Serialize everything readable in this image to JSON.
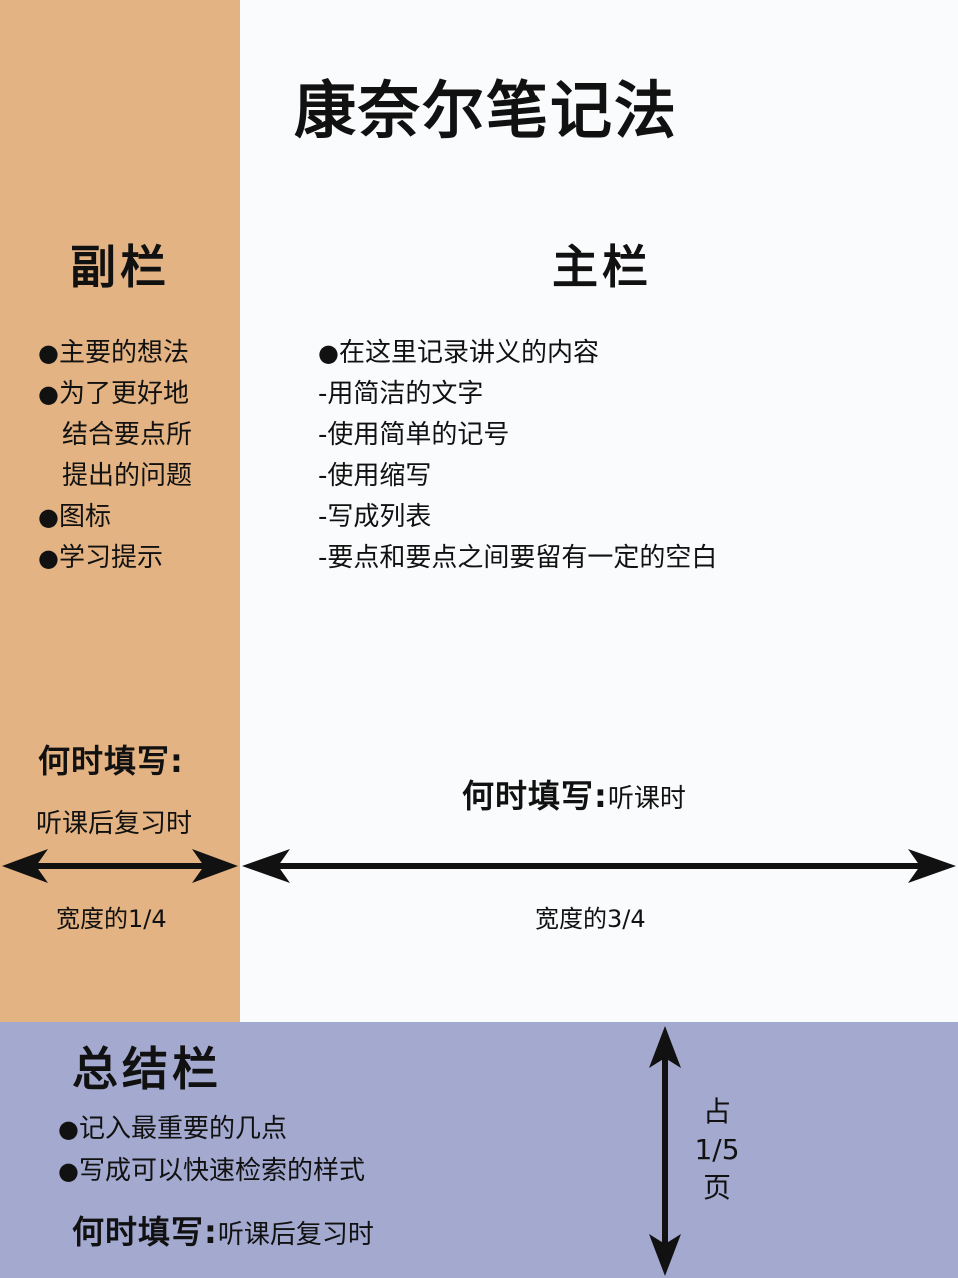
{
  "title": "康奈尔笔记法",
  "colors": {
    "cue_column_bg": "#e3b383",
    "main_column_bg": "#fafbfc",
    "summary_band_bg": "#a3a9cf",
    "text": "#111111"
  },
  "cue_column": {
    "heading": "副栏",
    "items": [
      {
        "bullet": "●",
        "text": "主要的想法"
      },
      {
        "bullet": "●",
        "text": "为了更好地"
      },
      {
        "bullet": "",
        "text": "结合要点所"
      },
      {
        "bullet": "",
        "text": "提出的问题"
      },
      {
        "bullet": "●",
        "text": "图标"
      },
      {
        "bullet": "●",
        "text": "学习提示"
      }
    ],
    "when_label": "何时填写:",
    "when_value": "听课后复习时",
    "width_label": "宽度的1/4"
  },
  "main_column": {
    "heading": "主栏",
    "items": [
      {
        "bullet": "●",
        "text": "在这里记录讲义的内容"
      },
      {
        "bullet": "-",
        "text": "用简洁的文字"
      },
      {
        "bullet": "-",
        "text": "使用简单的记号"
      },
      {
        "bullet": "-",
        "text": "使用缩写"
      },
      {
        "bullet": "-",
        "text": "写成列表"
      },
      {
        "bullet": "-",
        "text": "要点和要点之间要留有一定的空白"
      }
    ],
    "when_label": "何时填写:",
    "when_value": "听课时",
    "width_label": "宽度的3/4"
  },
  "summary_band": {
    "heading": "总结栏",
    "items": [
      {
        "bullet": "●",
        "text": "记入最重要的几点"
      },
      {
        "bullet": "●",
        "text": "写成可以快速检索的样式"
      }
    ],
    "when_label": "何时填写:",
    "when_value": "听课后复习时",
    "height_label": [
      "占",
      "1/5",
      "页"
    ]
  },
  "icons": {
    "cue_width_arrow": "double-headed-horizontal-arrow",
    "main_width_arrow": "double-headed-horizontal-arrow",
    "summary_height_arrow": "double-headed-vertical-arrow"
  }
}
